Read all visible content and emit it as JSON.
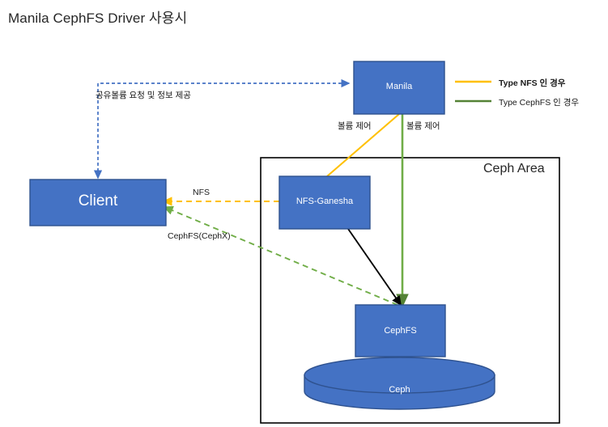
{
  "title": "Manila CephFS Driver 사용시",
  "colors": {
    "node_fill": "#4472C4",
    "node_stroke": "#2F528F",
    "node_text": "#FFFFFF",
    "nfs_line": "#FFC000",
    "cephfs_line": "#548235",
    "cephfs_dashed": "#70AD47",
    "request_line": "#4472C4",
    "plain_line": "#000000",
    "area_border": "#000000",
    "title_text": "#262626"
  },
  "nodes": [
    {
      "id": "manila",
      "label": "Manila",
      "font_size": 11
    },
    {
      "id": "client",
      "label": "Client",
      "font_size": 19
    },
    {
      "id": "nfs-ganesha",
      "label": "NFS-Ganesha",
      "font_size": 11
    },
    {
      "id": "cephfs",
      "label": "CephFS",
      "font_size": 11
    },
    {
      "id": "ceph",
      "label": "Ceph",
      "font_size": 11
    }
  ],
  "area": {
    "label": "Ceph Area"
  },
  "edge_labels": {
    "share_request": "공유볼륨 요청 및 정보 제공",
    "volume_control_left": "볼륨 제어",
    "volume_control_right": "볼륨 제어",
    "nfs": "NFS",
    "cephfs_cephx": "CephFS(CephX)"
  },
  "legend": {
    "items": [
      {
        "label": "Type NFS  인 경우",
        "color": "#FFC000"
      },
      {
        "label": "Type CephFS 인 경우",
        "color": "#548235"
      }
    ]
  }
}
